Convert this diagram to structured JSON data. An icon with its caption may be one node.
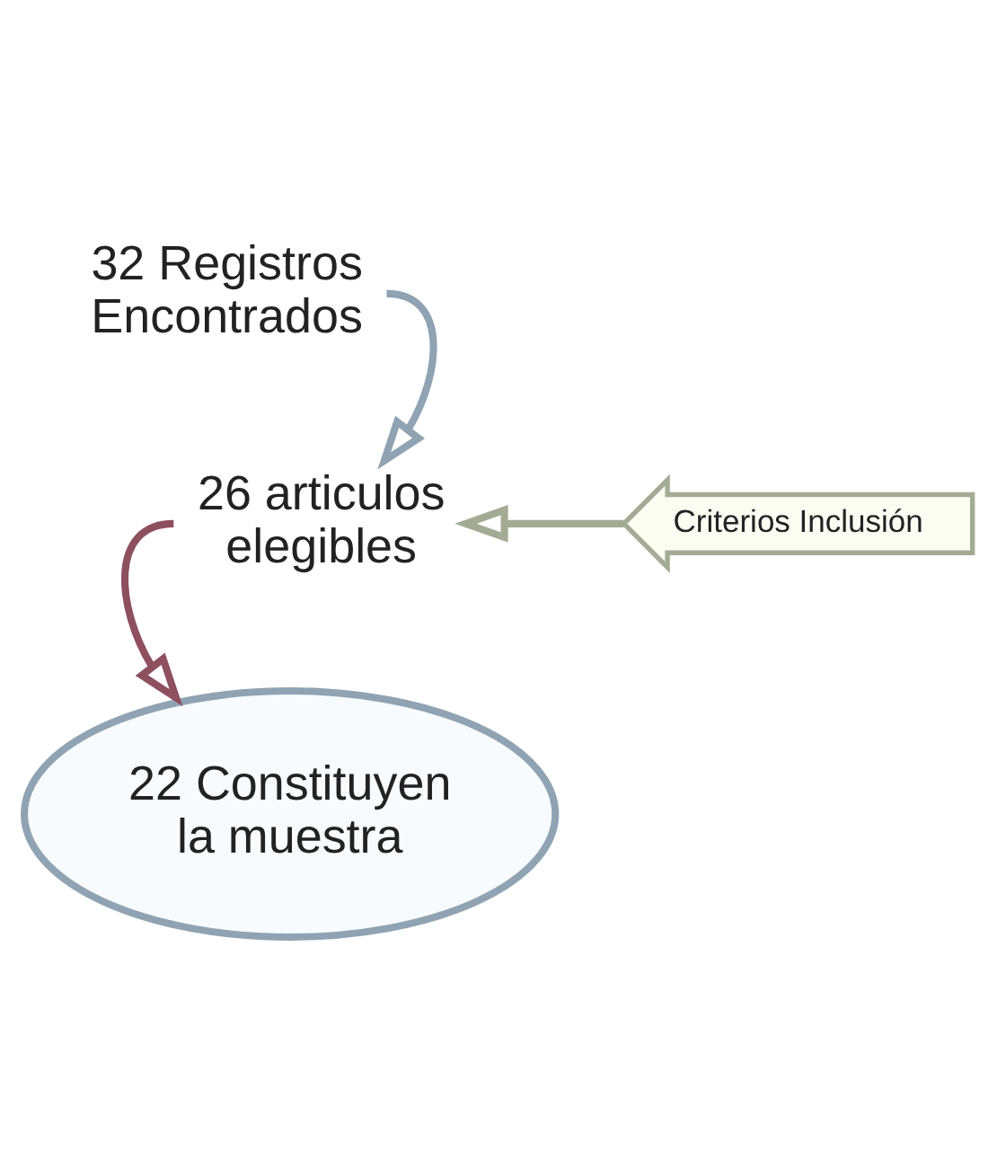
{
  "diagram": {
    "nodes": [
      {
        "text": [
          "32 Registros Encontrados"
        ]
      },
      {
        "text": [
          "26 articulos elegibles"
        ]
      },
      {
        "text": [
          "Criterios Inclusión"
        ]
      },
      {
        "text": [
          "22 Constituyen la muestra"
        ]
      }
    ],
    "edges": [
      {
        "from": 0,
        "to": 1,
        "arrow": "to",
        "color": "#8fa3b3"
      },
      {
        "from": 2,
        "to": 1,
        "arrow": "to",
        "color": "#a3ab94"
      },
      {
        "from": 1,
        "to": 3,
        "arrow": "to",
        "color": "#8e4f5f"
      }
    ]
  }
}
